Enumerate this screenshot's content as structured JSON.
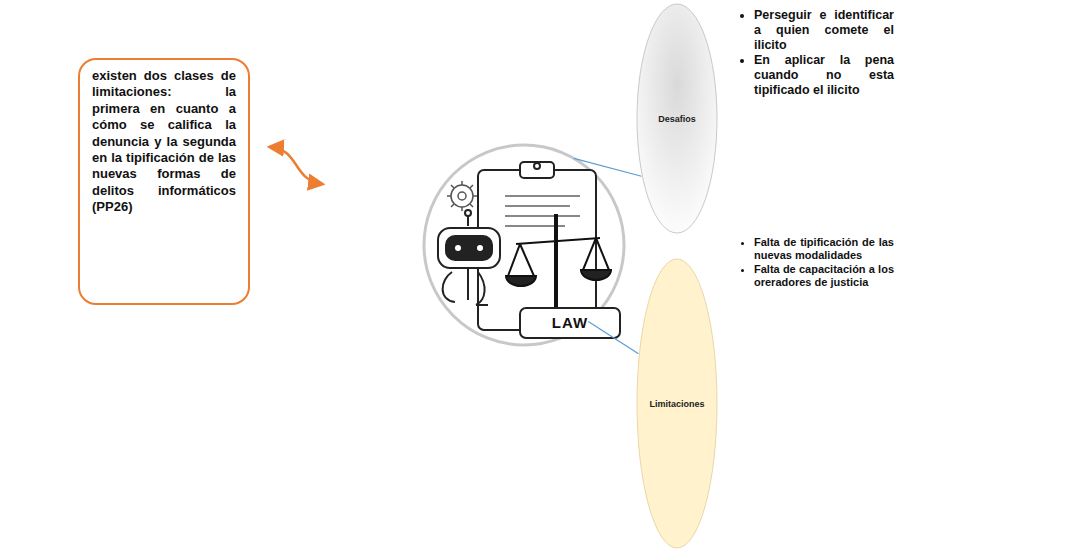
{
  "diagram": {
    "nodes": [
      {
        "text": [
          "existen dos clases de limitaciones: la primera en cuanto a cómo se califica la denuncia y la segunda en la tipificación de las nuevas formas de delitos informáticos (PP26)"
        ]
      },
      {
        "text": [
          "LAW"
        ]
      },
      {
        "text": [
          "Desafios"
        ]
      },
      {
        "text": [
          "Limitaciones"
        ]
      }
    ],
    "edges": [
      {
        "from": 0,
        "to": 1,
        "arrow": "both"
      },
      {
        "from": 1,
        "to": 2,
        "arrow": "none"
      },
      {
        "from": 1,
        "to": 3,
        "arrow": "none"
      }
    ],
    "labels": [
      "Perseguir e identificar a quien comete el ilicito",
      "En aplicar la pena cuando no esta tipificado el ilicito",
      "Falta de tipificación de las nuevas modalidades",
      "Falta de capacitación a los oreradores de justicia"
    ]
  }
}
